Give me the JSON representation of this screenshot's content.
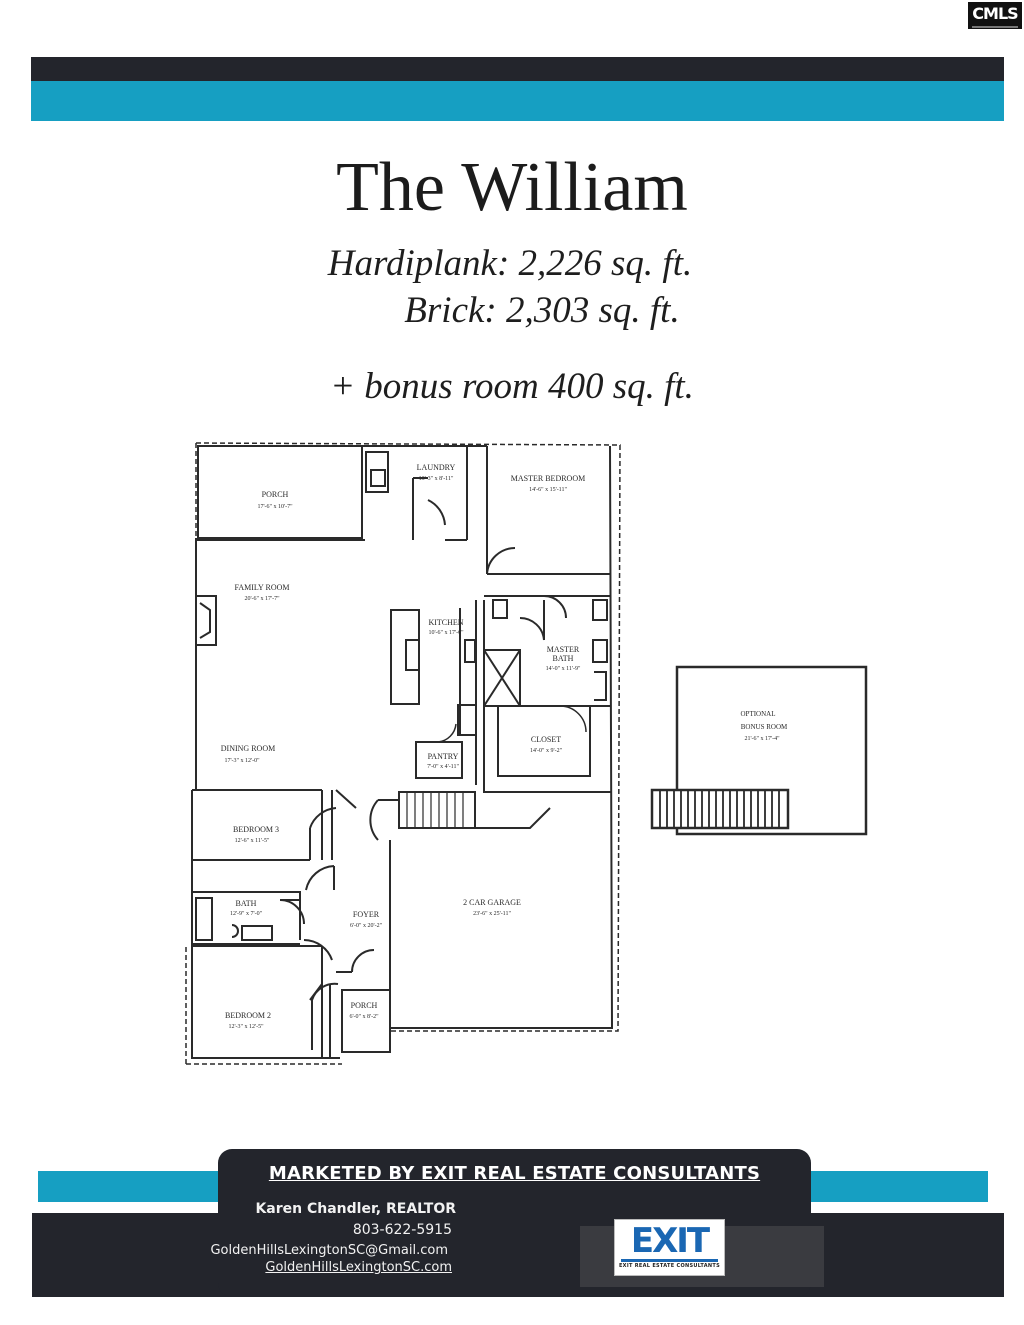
{
  "corner_logo": "CMLS",
  "header": {
    "title": "The William",
    "line1": "Hardiplank: 2,226 sq. ft.",
    "line2": "Brick: 2,303 sq. ft.",
    "line3": "+ bonus room 400 sq. ft."
  },
  "rooms": {
    "porch_label": "PORCH",
    "porch_dim": "17'-6\" x 10'-7\"",
    "laundry_label": "LAUNDRY",
    "laundry_dim": "13'-3\" x 8'-11\"",
    "master_label": "MASTER BEDROOM",
    "master_dim": "14'-6\" x 15'-11\"",
    "family_label": "FAMILY ROOM",
    "family_dim": "20'-6\" x 17'-7\"",
    "kitchen_label": "KITCHEN",
    "kitchen_dim": "10'-6\" x 17'-6\"",
    "master_bath_label1": "MASTER",
    "master_bath_label2": "BATH",
    "master_bath_dim": "14'-0\" x 11'-9\"",
    "closet_label": "CLOSET",
    "closet_dim": "14'-0\" x 9'-2\"",
    "dining_label": "DINING ROOM",
    "dining_dim": "17'-3\" x 12'-0\"",
    "pantry_label": "PANTRY",
    "pantry_dim": "7'-0\" x 4'-11\"",
    "bedroom3_label": "BEDROOM 3",
    "bedroom3_dim": "12'-6\" x 11'-5\"",
    "bath_label": "BATH",
    "bath_dim": "12'-9\" x 7'-0\"",
    "foyer_label": "FOYER",
    "foyer_dim": "6'-0\" x 20'-2\"",
    "garage_label": "2 CAR GARAGE",
    "garage_dim": "23'-6\" x 25'-11\"",
    "bedroom2_label": "BEDROOM 2",
    "bedroom2_dim": "12'-3\" x 12'-5\"",
    "front_porch_label": "PORCH",
    "front_porch_dim": "6'-0\" x 8'-2\"",
    "bonus_label1": "OPTIONAL",
    "bonus_label2": "BONUS ROOM",
    "bonus_dim": "21'-6\" x 17'-4\""
  },
  "footer": {
    "marketed_by": "MARKETED BY EXIT REAL ESTATE CONSULTANTS",
    "agent_name": "Karen Chandler, REALTOR",
    "phone": "803-622-5915",
    "email": "GoldenHillsLexingtonSC@Gmail.com",
    "website": "GoldenHillsLexingtonSC.com",
    "logo_word": "EXIT",
    "logo_tag": "EXIT REAL ESTATE CONSULTANTS"
  },
  "colors": {
    "teal": "#169fc2",
    "dark": "#23252c",
    "exit_blue": "#1a67b3"
  }
}
